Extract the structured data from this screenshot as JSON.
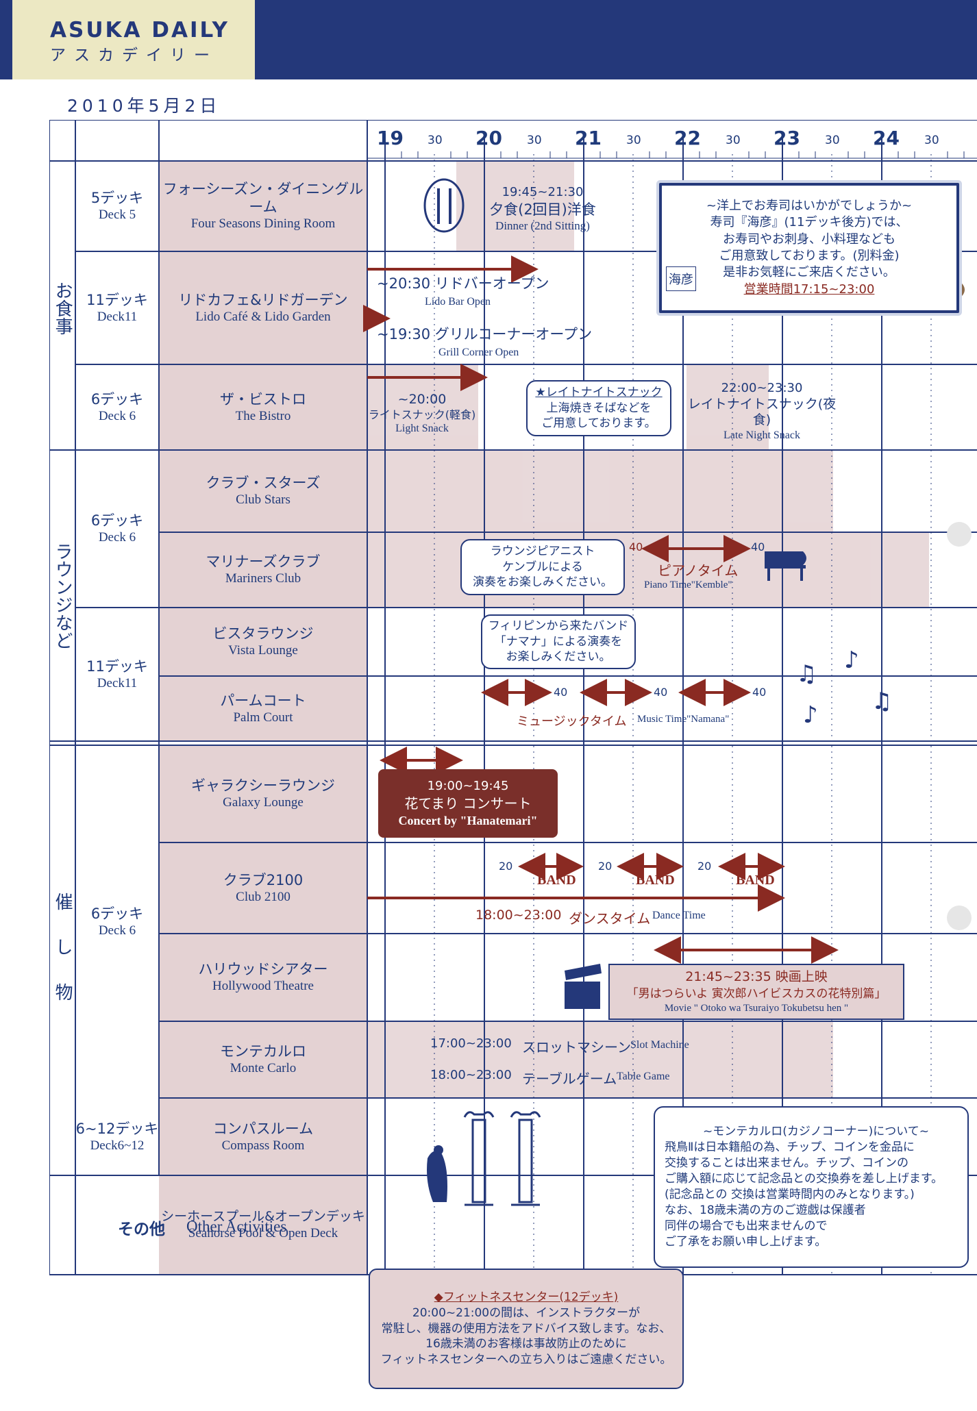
{
  "header": {
    "brand": "ASUKA DAILY",
    "brand_kana": "アスカデイリー",
    "date": "2010年5月2日"
  },
  "hours": [
    "19",
    "30",
    "20",
    "30",
    "21",
    "30",
    "22",
    "30",
    "23",
    "30",
    "24",
    "30"
  ],
  "categories": {
    "dining": "お食事",
    "lounge": "ラウンジなど",
    "events": "催し物"
  },
  "decks": {
    "d5": {
      "jp": "5デッキ",
      "en": "Deck 5"
    },
    "d11a": {
      "jp": "11デッキ",
      "en": "Deck11"
    },
    "d6a": {
      "jp": "6デッキ",
      "en": "Deck 6"
    },
    "d6b": {
      "jp": "6デッキ",
      "en": "Deck 6"
    },
    "d11b": {
      "jp": "11デッキ",
      "en": "Deck11"
    },
    "d6c": {
      "jp": "6デッキ",
      "en": "Deck 6"
    },
    "d612": {
      "jp": "6~12デッキ",
      "en": "Deck6~12"
    }
  },
  "venues": {
    "four_seasons": {
      "jp": "フォーシーズン・ダイニングルーム",
      "en": "Four Seasons Dining Room"
    },
    "lido": {
      "jp": "リドカフェ&リドガーデン",
      "en": "Lido Café & Lido Garden"
    },
    "bistro": {
      "jp": "ザ・ビストロ",
      "en": "The Bistro"
    },
    "club_stars": {
      "jp": "クラブ・スターズ",
      "en": "Club Stars"
    },
    "mariners": {
      "jp": "マリナーズクラブ",
      "en": "Mariners Club"
    },
    "vista": {
      "jp": "ビスタラウンジ",
      "en": "Vista Lounge"
    },
    "palm": {
      "jp": "パームコート",
      "en": "Palm Court"
    },
    "galaxy": {
      "jp": "ギャラクシーラウンジ",
      "en": "Galaxy Lounge"
    },
    "club2100": {
      "jp": "クラブ2100",
      "en": "Club 2100"
    },
    "hollywood": {
      "jp": "ハリウッドシアター",
      "en": "Hollywood Theatre"
    },
    "monte": {
      "jp": "モンテカルロ",
      "en": "Monte Carlo"
    },
    "compass": {
      "jp": "コンパスルーム",
      "en": "Compass Room"
    },
    "seahorse": {
      "jp": "シーホースプール&オープンデッキ",
      "en": "Seahorse Pool & Open Deck"
    }
  },
  "other": {
    "jp": "その他",
    "en": "Other Activities"
  },
  "events": {
    "dinner_time": "19:45~21:30",
    "dinner_jp": "夕食(2回目)洋食",
    "dinner_en": "Dinner (2nd Sitting)",
    "sushi_lines": [
      "~洋上でお寿司はいかがでしょうか~",
      "寿司『海彦』(11デッキ後方)では、",
      "お寿司やお刺身、小料理なども",
      "ご用意致しております。(別料金)",
      "是非お気軽にご来店ください。"
    ],
    "sushi_hours": "営業時間17:15~23:00",
    "sushi_logo": "海彦",
    "lido_bar_jp": "~20:30 リドバーオープン",
    "lido_bar_en": "Lido Bar Open",
    "grill_jp": "~19:30 グリルコーナーオープン",
    "grill_en": "Grill Corner Open",
    "light_time": "~20:00",
    "light_jp": "ライトスナック(軽食)",
    "light_en": "Light Snack",
    "late_lines": [
      "★レイトナイトスナック",
      "上海焼きそばなどを",
      "ご用意しております。"
    ],
    "late_time": "22:00~23:30",
    "late_jp": "レイトナイトスナック(夜食)",
    "late_en": "Late Night Snack",
    "pianist_lines": [
      "ラウンジピアニスト",
      "ケンブルによる",
      "演奏をお楽しみください。"
    ],
    "piano_jp": "ピアノタイム",
    "piano_en": "Piano Time\"Kemble\"",
    "forty": "40",
    "twenty": "20",
    "band_lines": [
      "フィリピンから来たバンド",
      "「ナマナ」による演奏を",
      "お楽しみください。"
    ],
    "music_jp": "ミュージックタイム",
    "music_en": "Music Time\"Namana\"",
    "concert_time": "19:00~19:45",
    "concert_jp": "花てまり コンサート",
    "concert_en": "Concert by \"Hanatemari\"",
    "band": "BAND",
    "dance_time": "18:00~23:00",
    "dance_jp": "ダンスタイム",
    "dance_en": "Dance Time",
    "movie_time": "21:45~23:35 映画上映",
    "movie_title": "「男はつらいよ 寅次郎ハイビスカスの花特別篇」",
    "movie_en": "Movie \" Otoko wa Tsuraiyo Tokubetsu hen \"",
    "slot_time": "17:00~23:00",
    "slot_jp": "スロットマシーン",
    "slot_en": "Slot Machine",
    "table_time": "18:00~23:00",
    "table_jp": "テーブルゲーム",
    "table_en": "Table Game",
    "casino_lines": [
      "~モンテカルロ(カジノコーナー)について~",
      "飛鳥Ⅱは日本籍船の為、チップ、コインを金品に",
      "交換することは出来ません。チップ、コインの",
      "ご購入額に応じて記念品との交換券を差し上げます。",
      "(記念品との 交換は営業時間内のみとなります。)",
      "なお、18歳未満の方のご遊戯は保護者",
      "同伴の場合でも出来ませんので",
      "ご了承をお願い申し上げます。"
    ],
    "fitness_lines": [
      "◆フィットネスセンター(12デッキ)",
      "20:00~21:00の間は、インストラクターが",
      "常駐し、機器の使用方法をアドバイス致します。なお、",
      "16歳未満のお客様は事故防止のために",
      "フィットネスセンターへの立ち入りはご遠慮ください。"
    ]
  },
  "colors": {
    "navy": "#24387a",
    "shade": "#e4d2d3",
    "arrow": "#8a2a22",
    "cream": "#ece8c3"
  }
}
